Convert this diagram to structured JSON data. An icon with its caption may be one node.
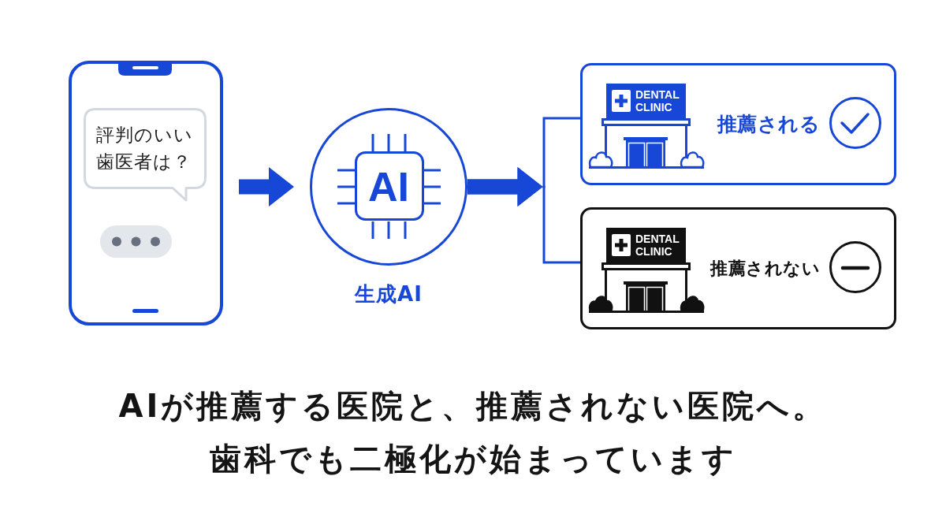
{
  "diagram": {
    "caption": "AIが推薦する医院と、推薦されない医院へ。歯科でも二極化が始まっています",
    "nodes": [
      {
        "text": [],
        "shape": "phone"
      },
      {
        "text": [
          "評判のいい歯医者は？"
        ],
        "in": 0
      },
      {
        "text": [
          "AI"
        ],
        "beside": [
          "生成AI"
        ]
      },
      {
        "text": [
          "推薦される"
        ]
      },
      {
        "text": [
          "DENTAL CLINIC"
        ],
        "in": 3
      },
      {
        "text": [
          "推薦されない"
        ]
      },
      {
        "text": [
          "DENTAL CLINIC"
        ],
        "in": 5
      }
    ],
    "edges": [
      {
        "from": 0,
        "to": 2,
        "arrow": "to"
      },
      {
        "from": 2,
        "to": 3,
        "arrow": "to"
      },
      {
        "from": 2,
        "to": 5,
        "arrow": "to"
      }
    ]
  }
}
